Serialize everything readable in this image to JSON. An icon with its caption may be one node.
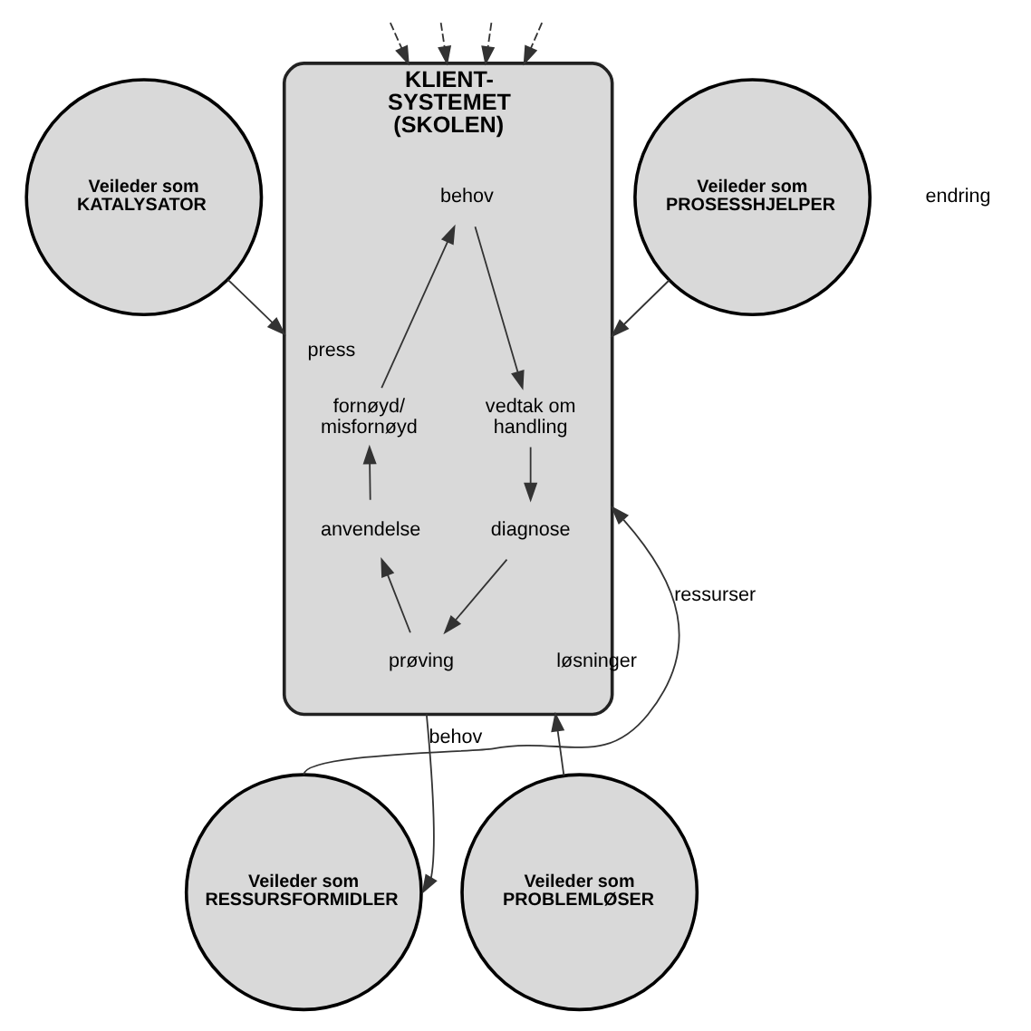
{
  "diagram": {
    "nodes": [
      {
        "text": [
          "Veileder som KATALYSATOR"
        ]
      },
      {
        "text": [
          "Veileder som PROSESSHJELPER"
        ]
      },
      {
        "text": [
          "KLIENT- SYSTEMET (SKOLEN)"
        ]
      },
      {
        "text": [
          "behov"
        ],
        "in": 2
      },
      {
        "text": [
          "vedtak om handling"
        ],
        "in": 2
      },
      {
        "text": [
          "diagnose"
        ],
        "in": 2
      },
      {
        "text": [
          "prøving"
        ],
        "in": 2
      },
      {
        "text": [
          "anvendelse"
        ],
        "in": 2
      },
      {
        "text": [
          "fornøyd/ misfornøyd"
        ],
        "in": 2
      },
      {
        "text": [
          "Veileder som RESSURSFORMIDLER"
        ]
      },
      {
        "text": [
          "Veileder som PROBLEMLØSER"
        ]
      }
    ],
    "edges": [
      {
        "from": 0,
        "to": 2,
        "arrow": "to",
        "label": "press"
      },
      {
        "from": 1,
        "to": 2,
        "arrow": "to"
      },
      {
        "from": null,
        "to": 2,
        "arrow": "to",
        "style": "dashed"
      },
      {
        "from": null,
        "to": 2,
        "arrow": "to",
        "style": "dashed"
      },
      {
        "from": null,
        "to": 2,
        "arrow": "to",
        "style": "dashed"
      },
      {
        "from": null,
        "to": 2,
        "arrow": "to",
        "style": "dashed"
      },
      {
        "from": 3,
        "to": 4,
        "arrow": "to"
      },
      {
        "from": 4,
        "to": 5,
        "arrow": "to"
      },
      {
        "from": 5,
        "to": 6,
        "arrow": "to"
      },
      {
        "from": 6,
        "to": 7,
        "arrow": "to"
      },
      {
        "from": 7,
        "to": 8,
        "arrow": "to"
      },
      {
        "from": 8,
        "to": 3,
        "arrow": "to"
      },
      {
        "from": 2,
        "to": 9,
        "arrow": "to",
        "label": "behov"
      },
      {
        "from": 9,
        "to": 2,
        "arrow": "to",
        "label": "ressurser"
      },
      {
        "from": 10,
        "to": 2,
        "arrow": "to",
        "label": "løsninger"
      }
    ],
    "labels": [
      "endring"
    ]
  }
}
